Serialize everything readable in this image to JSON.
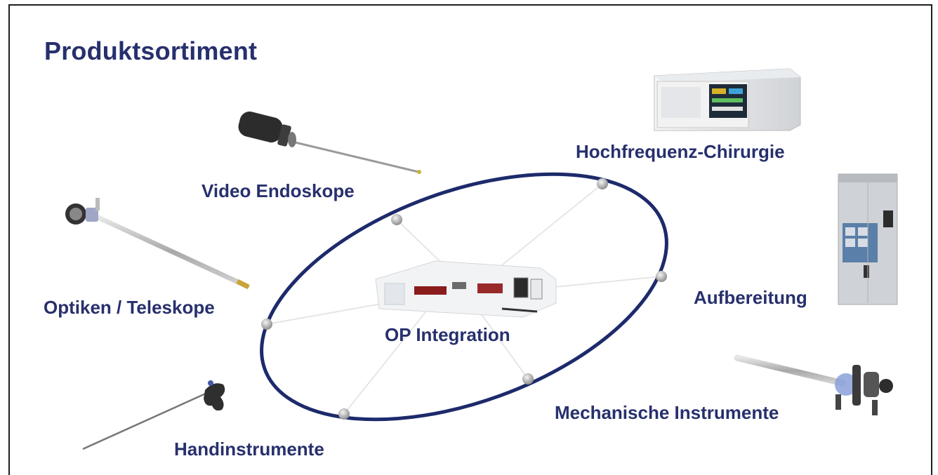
{
  "title": "Produktsortiment",
  "center": {
    "label": "OP Integration"
  },
  "products": [
    {
      "label": "Video Endoskope",
      "icon": "video-endoscope-icon"
    },
    {
      "label": "Optiken / Teleskope",
      "icon": "telescope-icon"
    },
    {
      "label": "Handinstrumente",
      "icon": "hand-instrument-icon"
    },
    {
      "label": "Hochfrequenz-Chirurgie",
      "icon": "hf-generator-icon"
    },
    {
      "label": "Aufbereitung",
      "icon": "reprocessing-unit-icon"
    },
    {
      "label": "Mechanische Instrumente",
      "icon": "mechanical-instrument-icon"
    }
  ],
  "colors": {
    "text": "#27306d",
    "ellipse": "#1d2a6b",
    "node": "#b8b8b8"
  }
}
